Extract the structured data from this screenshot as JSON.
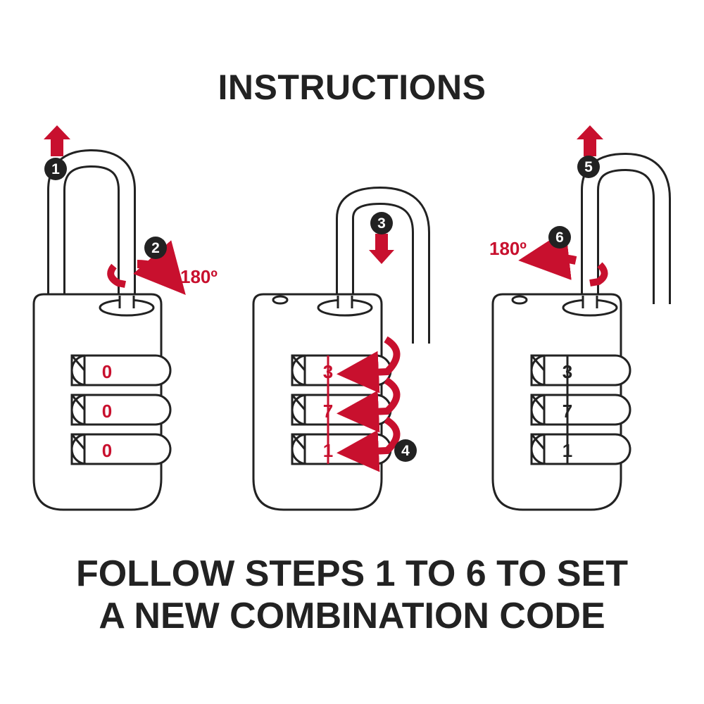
{
  "title": "INSTRUCTIONS",
  "footer": {
    "line1": "FOLLOW STEPS 1 TO 6 TO SET",
    "line2": "A NEW COMBINATION CODE"
  },
  "colors": {
    "accent": "#c8102e",
    "ink": "#222222",
    "background": "#ffffff"
  },
  "steps": [
    "1",
    "2",
    "3",
    "4",
    "5",
    "6"
  ],
  "rotation_label": "180º",
  "locks": [
    {
      "digits": [
        "0",
        "0",
        "0"
      ],
      "digit_color": "accent"
    },
    {
      "digits": [
        "3",
        "7",
        "1"
      ],
      "digit_color": "accent"
    },
    {
      "digits": [
        "3",
        "7",
        "1"
      ],
      "digit_color": "ink"
    }
  ]
}
